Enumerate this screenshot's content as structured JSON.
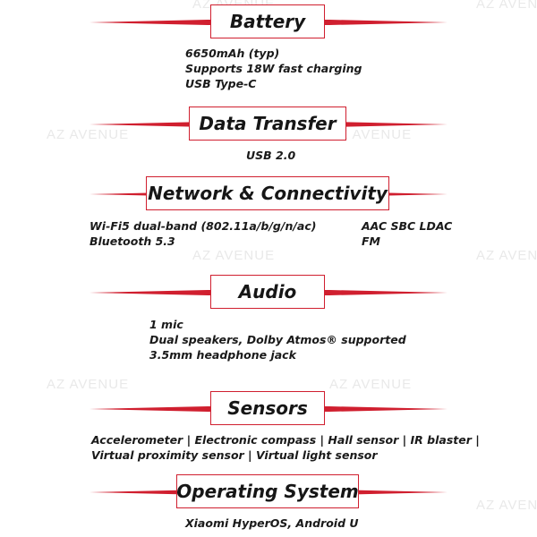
{
  "watermark": "AZ AVENUE",
  "colors": {
    "accent": "#d01f2f",
    "text": "#161616",
    "watermark": "#e9e9e9"
  },
  "sections": {
    "battery": {
      "title": "Battery",
      "lines": [
        "6650mAh (typ)",
        "Supports 18W fast charging",
        "USB Type-C"
      ]
    },
    "data_transfer": {
      "title": "Data Transfer",
      "lines": [
        "USB 2.0"
      ]
    },
    "network": {
      "title": "Network & Connectivity",
      "left_lines": [
        "Wi-Fi5 dual-band (802.11a/b/g/n/ac)",
        "Bluetooth 5.3"
      ],
      "right_lines": [
        "AAC SBC LDAC",
        "FM"
      ]
    },
    "audio": {
      "title": "Audio",
      "lines": [
        "1 mic",
        "Dual speakers, Dolby Atmos® supported",
        "3.5mm headphone jack"
      ]
    },
    "sensors": {
      "title": "Sensors",
      "lines": [
        "Accelerometer | Electronic compass | Hall sensor | IR blaster |",
        "Virtual proximity sensor | Virtual light sensor"
      ]
    },
    "os": {
      "title": "Operating System",
      "lines": [
        "Xiaomi HyperOS, Android U"
      ]
    }
  }
}
